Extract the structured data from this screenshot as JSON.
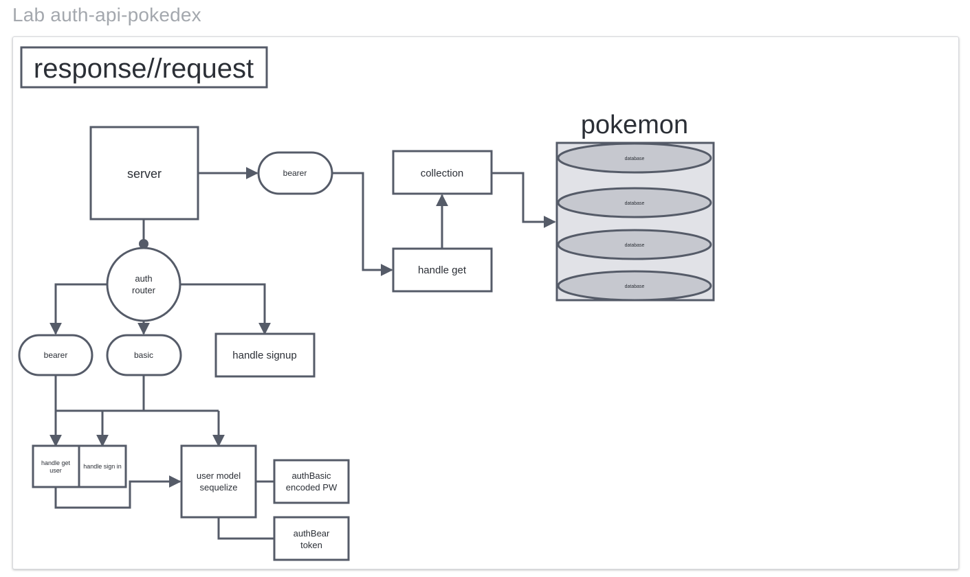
{
  "page": {
    "title": "Lab auth-api-pokedex"
  },
  "diagram": {
    "heading": "response//request",
    "database_group_title": "pokemon",
    "nodes": {
      "server": "server",
      "bearer_top": "bearer",
      "collection": "collection",
      "handle_get": "handle get",
      "auth_router": [
        "auth",
        "router"
      ],
      "bearer_left": "bearer",
      "basic": "basic",
      "handle_signup": "handle signup",
      "handle_get_user": [
        "handle get",
        "user"
      ],
      "handle_sign_in": "handle sign in",
      "user_model": [
        "user model",
        "sequelize"
      ],
      "auth_basic": [
        "authBasic",
        "encoded PW"
      ],
      "auth_bear": [
        "authBear",
        "token"
      ]
    },
    "database_disks": [
      "database",
      "database",
      "database",
      "database"
    ]
  },
  "colors": {
    "stroke": "#555b68",
    "db_fill": "#e1e2e7",
    "disk_fill": "#c6c8cf",
    "title": "#a4a8ae"
  }
}
